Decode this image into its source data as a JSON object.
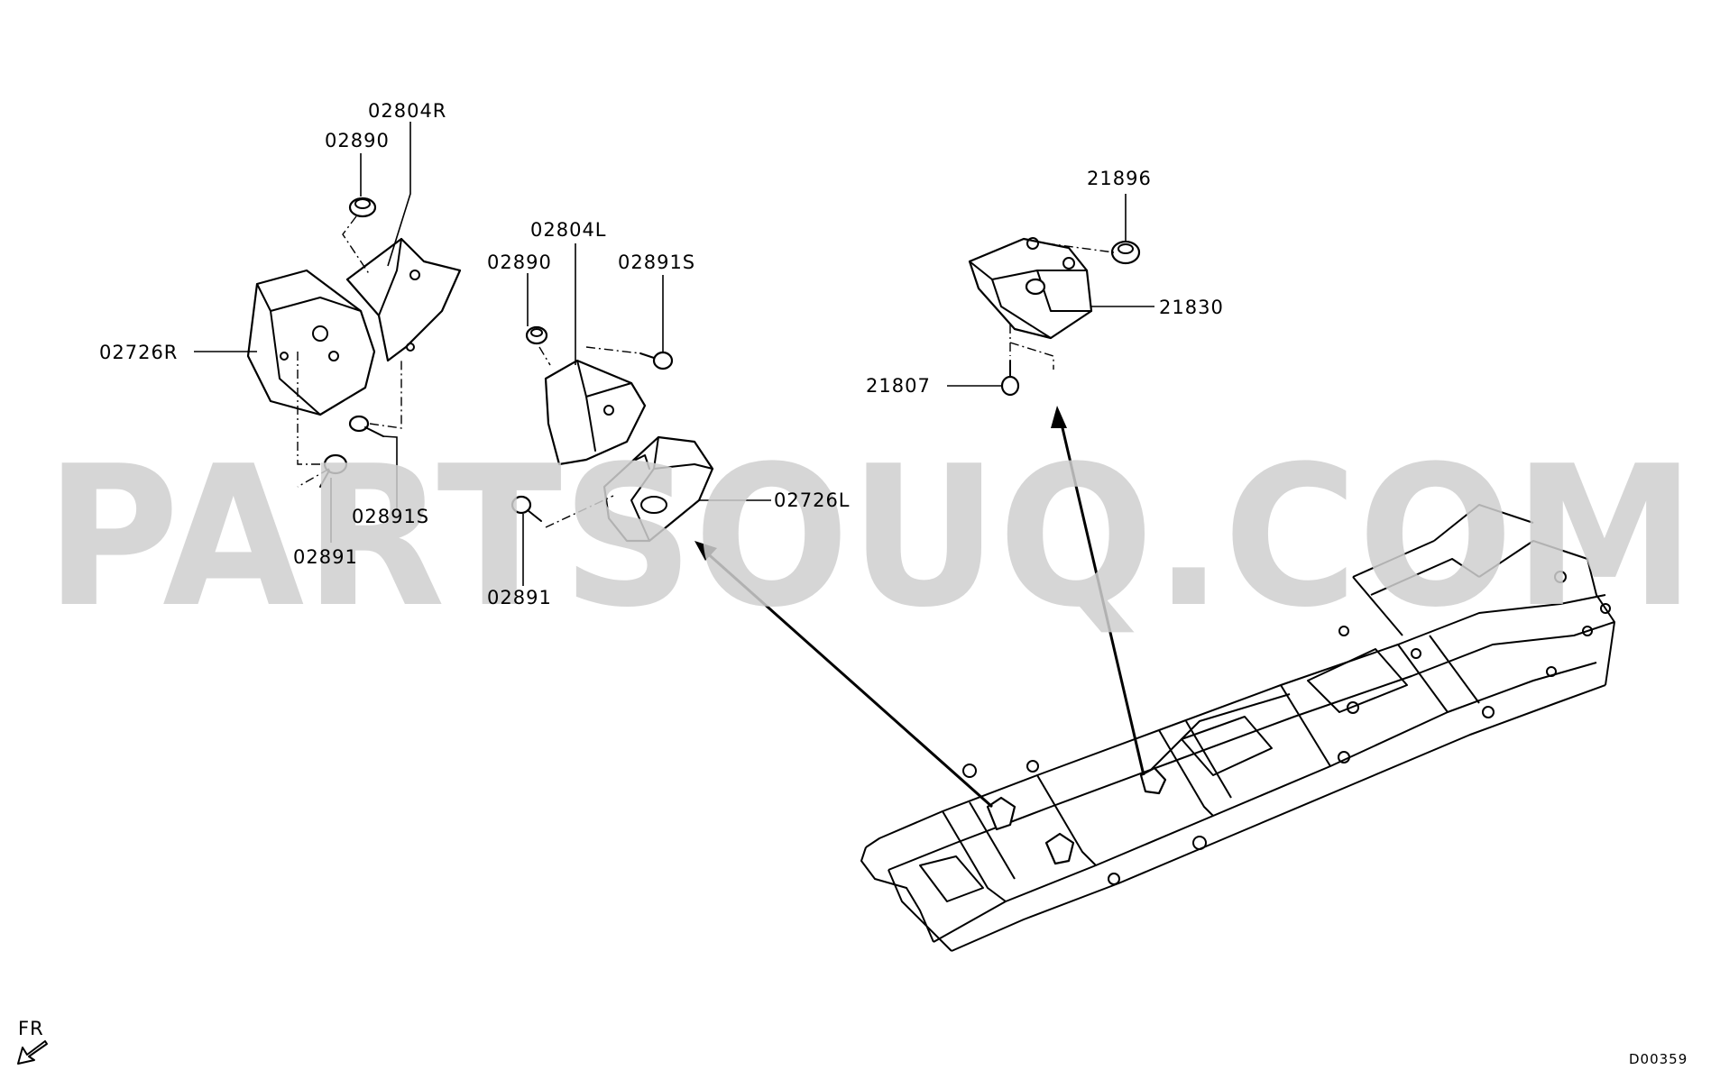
{
  "labels": {
    "l_02804R_a": "02804R",
    "l_02890_a": "02890",
    "l_02726R": "02726R",
    "l_02891S_a": "02891S",
    "l_02891_a": "02891",
    "l_02804L": "02804L",
    "l_02890_b": "02890",
    "l_02891S_b": "02891S",
    "l_02726L": "02726L",
    "l_02891_b": "02891",
    "l_21896": "21896",
    "l_21830": "21830",
    "l_21807": "21807"
  },
  "watermark": "PARTSOUQ.COM",
  "front_marker": "FR",
  "diagram_code": "D00359"
}
